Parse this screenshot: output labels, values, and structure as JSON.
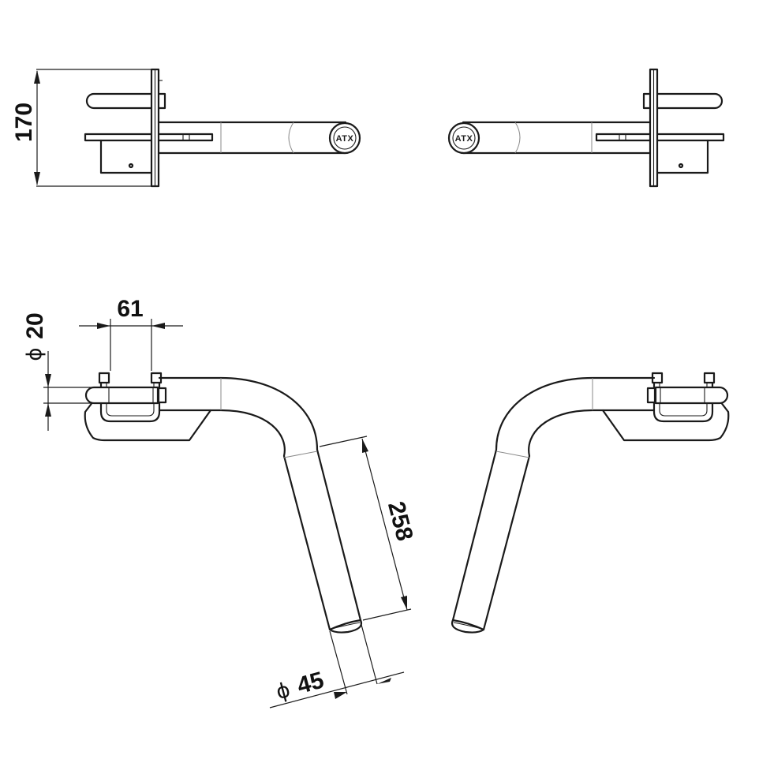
{
  "dimensions": {
    "height": "170",
    "tube_spacing": "61",
    "pin_diameter": "20",
    "leg_length": "258",
    "tube_diameter": "45"
  },
  "diameter_symbol": "ϕ",
  "logo_text": "ATX"
}
